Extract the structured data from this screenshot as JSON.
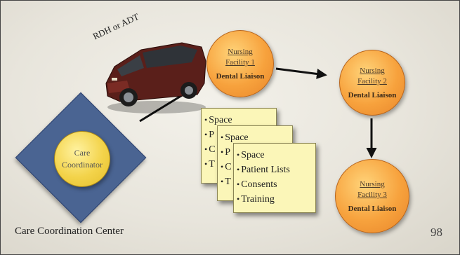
{
  "slide": {
    "car_label": "RDH or ADT",
    "coordinator_line1": "Care",
    "coordinator_line2": "Coordinator",
    "facilities": [
      {
        "line1": "Nursing",
        "line2": "Facility 1",
        "liaison": "Dental Liaison"
      },
      {
        "line1": "Nursing",
        "line2": "Facility 2",
        "liaison": "Dental Liaison"
      },
      {
        "line1": "Nursing",
        "line2": "Facility 3",
        "liaison": "Dental Liaison"
      }
    ],
    "card_back_items": [
      "Space",
      "P",
      "C",
      "T"
    ],
    "card_mid_items": [
      "Space",
      "P",
      "C",
      "T"
    ],
    "card_front_items": [
      "Space",
      "Patient Lists",
      "Consents",
      "Training"
    ],
    "footer_title": "Care Coordination Center",
    "page_number": "98"
  },
  "colors": {
    "diamond": "#4a6492",
    "facility_circle": "#f7a23d",
    "coordinator_circle": "#f3d34a",
    "card": "#fbf6b8"
  }
}
